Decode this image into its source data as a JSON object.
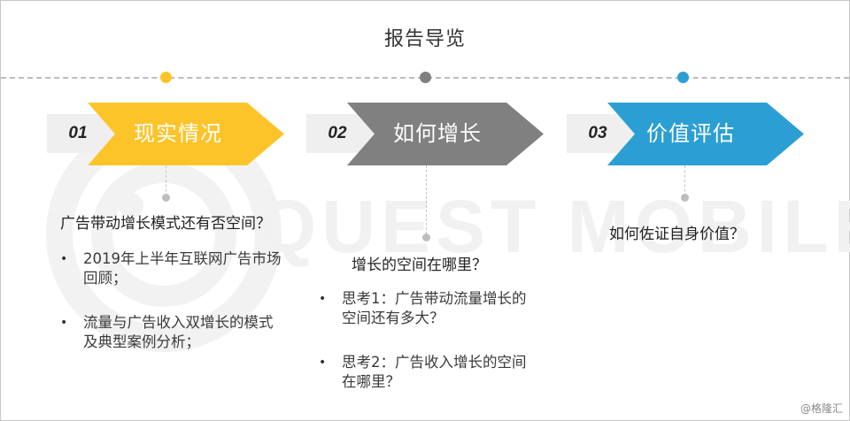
{
  "title": "报告导览",
  "timeline": {
    "nodes": [
      {
        "color": "#FDC42A"
      },
      {
        "color": "#808080"
      },
      {
        "color": "#2B9FD3"
      }
    ]
  },
  "watermark": {
    "text": "QUEST MOBILE",
    "color": "#f1f1f1"
  },
  "steps": [
    {
      "number": "01",
      "label": "现实情况",
      "color": "#FDC42A",
      "question": "广告带动增长模式还有否空间？",
      "bullets": [
        "2019年上半年互联网广告市场回顾；",
        "流量与广告收入双增长的模式及典型案例分析；"
      ]
    },
    {
      "number": "02",
      "label": "如何增长",
      "color": "#808080",
      "question": "增长的空间在哪里？",
      "bullets": [
        "思考1：广告带动流量增长的空间还有多大？",
        "思考2：广告收入增长的空间在哪里？"
      ]
    },
    {
      "number": "03",
      "label": "价值评估",
      "color": "#2B9FD3",
      "question": "如何佐证自身价值？",
      "bullets": []
    }
  ],
  "bullet_glyph": "•",
  "credit": "@格隆汇"
}
